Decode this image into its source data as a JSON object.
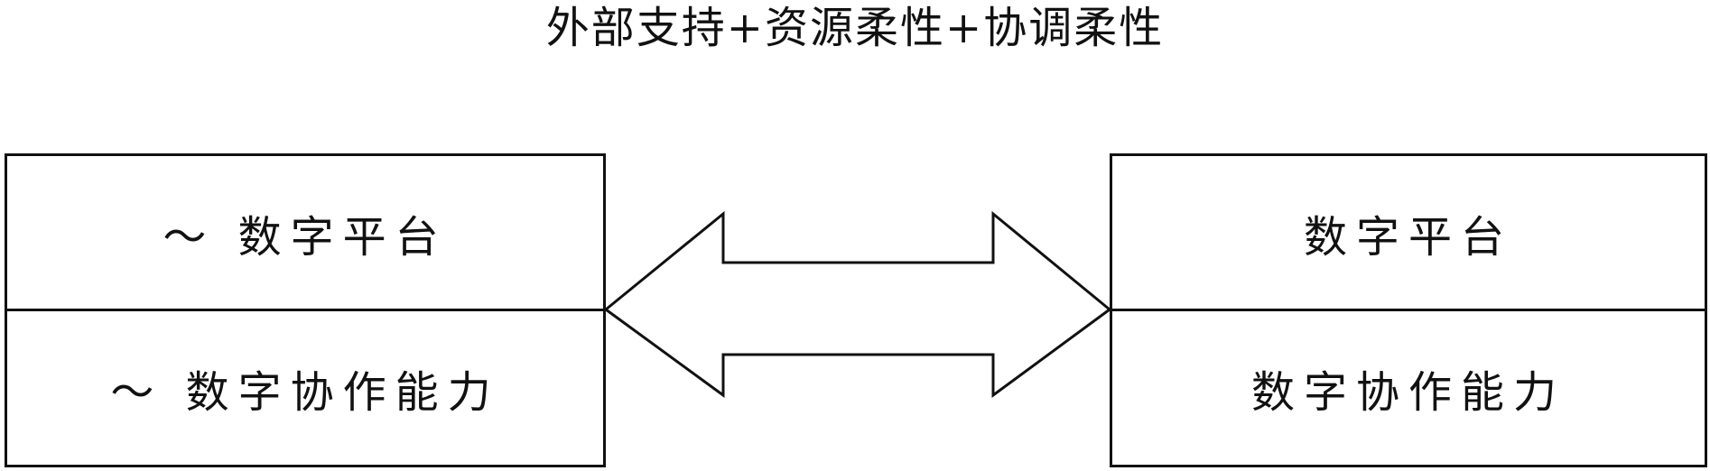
{
  "title": "外部支持+资源柔性+协调柔性",
  "left_box": {
    "top_label": "～ 数字平台",
    "bottom_label": "～ 数字协作能力"
  },
  "right_box": {
    "top_label": "数字平台",
    "bottom_label": "数字协作能力"
  },
  "connector": {
    "icon": "double-headed-arrow-icon",
    "stroke_color": "#111111",
    "fill_color": "#ffffff"
  }
}
